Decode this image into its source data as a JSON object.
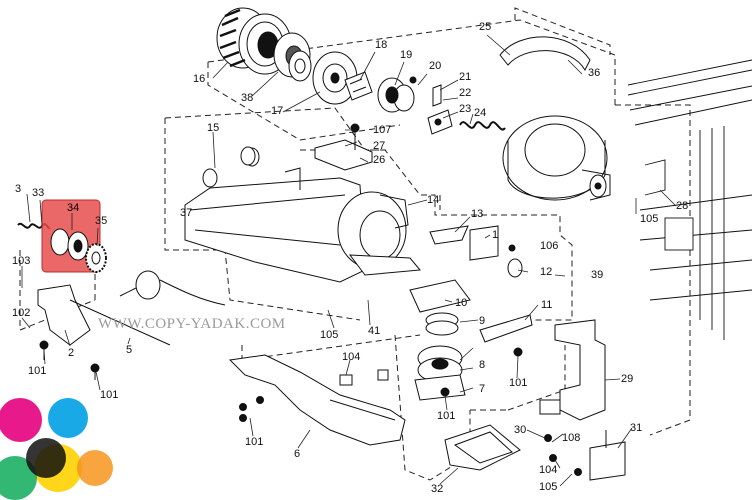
{
  "watermark": "WWW.COPY-YADAK.COM",
  "highlight_color": "#e64d4d",
  "callouts": [
    {
      "id": "p16",
      "text": "16"
    },
    {
      "id": "p38",
      "text": "38"
    },
    {
      "id": "p17",
      "text": "17"
    },
    {
      "id": "p18",
      "text": "18"
    },
    {
      "id": "p19",
      "text": "19"
    },
    {
      "id": "p20",
      "text": "20"
    },
    {
      "id": "p21",
      "text": "21"
    },
    {
      "id": "p22",
      "text": "22"
    },
    {
      "id": "p23",
      "text": "23"
    },
    {
      "id": "p24",
      "text": "24"
    },
    {
      "id": "p25",
      "text": "25"
    },
    {
      "id": "p36",
      "text": "36"
    },
    {
      "id": "p15",
      "text": "15"
    },
    {
      "id": "p107",
      "text": "107"
    },
    {
      "id": "p27",
      "text": "27"
    },
    {
      "id": "p26",
      "text": "26"
    },
    {
      "id": "p14",
      "text": "14"
    },
    {
      "id": "p13",
      "text": "13"
    },
    {
      "id": "p1",
      "text": "1"
    },
    {
      "id": "p106",
      "text": "106"
    },
    {
      "id": "p12",
      "text": "12"
    },
    {
      "id": "p39",
      "text": "39"
    },
    {
      "id": "p37",
      "text": "37"
    },
    {
      "id": "p3",
      "text": "3"
    },
    {
      "id": "p33",
      "text": "33"
    },
    {
      "id": "p34",
      "text": "34"
    },
    {
      "id": "p35",
      "text": "35"
    },
    {
      "id": "p103",
      "text": "103"
    },
    {
      "id": "p102",
      "text": "102"
    },
    {
      "id": "p2",
      "text": "2"
    },
    {
      "id": "p101a",
      "text": "101"
    },
    {
      "id": "p101b",
      "text": "101"
    },
    {
      "id": "p5",
      "text": "5"
    },
    {
      "id": "p105a",
      "text": "105"
    },
    {
      "id": "p41",
      "text": "41"
    },
    {
      "id": "p10",
      "text": "10"
    },
    {
      "id": "p11",
      "text": "11"
    },
    {
      "id": "p9",
      "text": "9"
    },
    {
      "id": "p8",
      "text": "8"
    },
    {
      "id": "p101c",
      "text": "101"
    },
    {
      "id": "p7",
      "text": "7"
    },
    {
      "id": "p101d",
      "text": "101"
    },
    {
      "id": "p104a",
      "text": "104"
    },
    {
      "id": "p101e",
      "text": "101"
    },
    {
      "id": "p6",
      "text": "6"
    },
    {
      "id": "p32",
      "text": "32"
    },
    {
      "id": "p29",
      "text": "29"
    },
    {
      "id": "p30",
      "text": "30"
    },
    {
      "id": "p108",
      "text": "108"
    },
    {
      "id": "p104b",
      "text": "104"
    },
    {
      "id": "p105b",
      "text": "105"
    },
    {
      "id": "p31",
      "text": "31"
    },
    {
      "id": "p28",
      "text": "28"
    },
    {
      "id": "p105c",
      "text": "105"
    }
  ]
}
